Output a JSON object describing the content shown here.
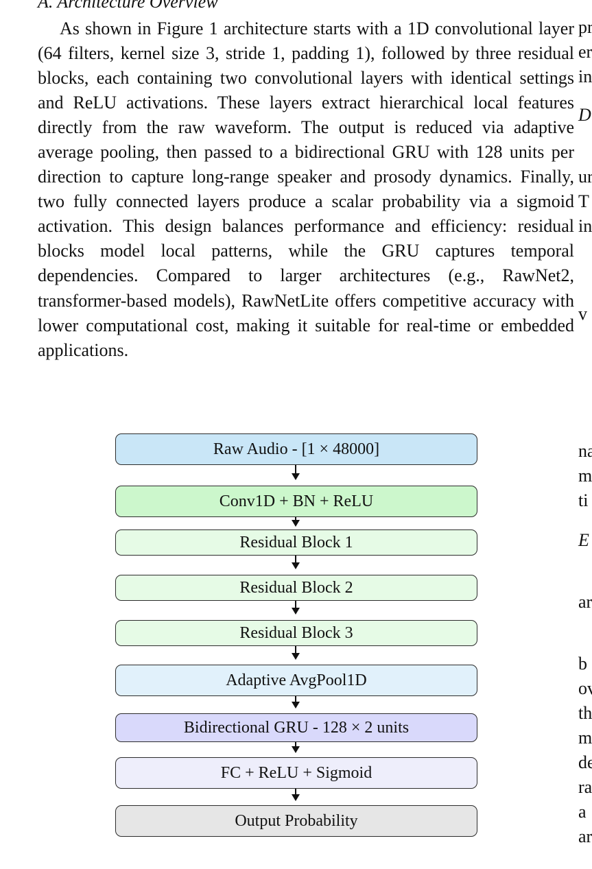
{
  "section": {
    "heading": "A. Architecture Overview"
  },
  "body_text": "As shown in Figure 1 architecture starts with a 1D con­volutional layer (64 filters, kernel size 3, stride 1, padding 1), followed by three residual blocks, each containing two convolutional layers with identical settings and ReLU activa­tions. These layers extract hierarchical local features directly from the raw waveform. The output is reduced via adaptive average pooling, then passed to a bidirectional GRU with 128 units per direction to capture long-range speaker and prosody dynamics. Finally, two fully connected layers produce a scalar probability via a sigmoid activation. This design balances performance and efficiency: residual blocks model local patterns, while the GRU captures temporal dependencies. Compared to larger architectures (e.g., RawNet2, transformer-based models), RawNetLite offers competitive accuracy with lower computational cost, making it suitable for real-time or embedded applications.",
  "right_column_fragments": [
    "pr",
    "er",
    "in",
    "D",
    "ur",
    "T",
    "in",
    "v",
    "na",
    "m",
    "ti",
    "E",
    "ar",
    "b",
    "ov",
    "th",
    "m",
    "de",
    "ra",
    "a",
    "ar"
  ],
  "diagram": {
    "blocks": [
      {
        "label": "Raw Audio - [1 × 48000]",
        "color": "#c9e6f7"
      },
      {
        "label": "Conv1D + BN + ReLU",
        "color": "#ccf7cc"
      },
      {
        "label": "Residual Block 1",
        "color": "#e6fbe6"
      },
      {
        "label": "Residual Block 2",
        "color": "#e6fbe6"
      },
      {
        "label": "Residual Block 3",
        "color": "#e6fbe6"
      },
      {
        "label": "Adaptive AvgPool1D",
        "color": "#e1f1fb"
      },
      {
        "label": "Bidirectional GRU - 128 × 2 units",
        "color": "#d9d9fb"
      },
      {
        "label": "FC + ReLU + Sigmoid",
        "color": "#eeeefb"
      },
      {
        "label": "Output Probability",
        "color": "#e6e6e6"
      }
    ]
  }
}
